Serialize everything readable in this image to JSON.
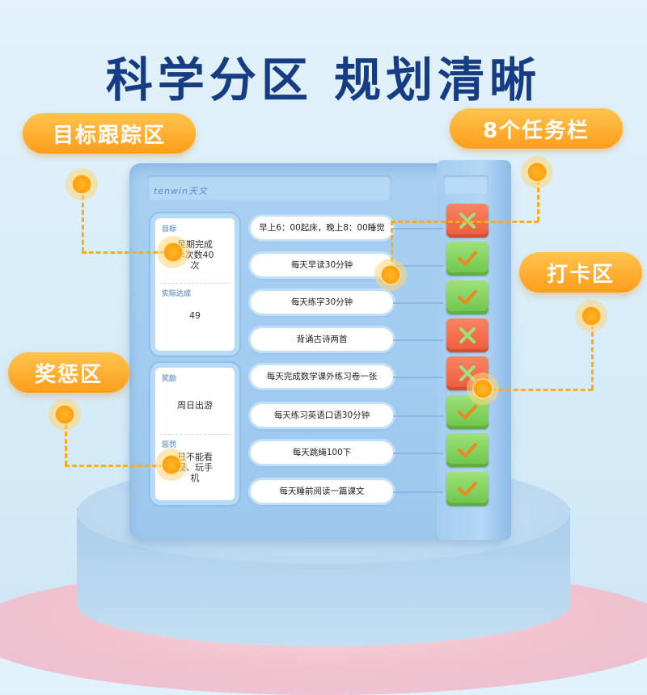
{
  "headline": "科学分区  规划清晰",
  "brand": "tenwin天文",
  "callouts": {
    "goal_zone": "目标跟踪区",
    "task_bar": "8个任务栏",
    "checkin_zone": "打卡区",
    "reward_zone": "奖惩区"
  },
  "goal_card": {
    "goal_label": "目标",
    "goal_text": "星期完成\n卡次数40\n次",
    "actual_label": "实际达成",
    "actual_value": "49"
  },
  "reward_card": {
    "reward_label": "奖励",
    "reward_text": "周日出游",
    "penalty_label": "惩罚",
    "penalty_text": "日不能看\n视、玩手\n机"
  },
  "tasks": [
    "早上6：00起床，晚上8：00睡觉",
    "每天早读30分钟",
    "每天练字30分钟",
    "背诵古诗两首",
    "每天完成数学课外练习卷一张",
    "每天练习英语口语30分钟",
    "每天跳绳100下",
    "每天睡前阅读一篇课文"
  ],
  "checkins": [
    "cross",
    "check",
    "check",
    "cross",
    "cross",
    "check",
    "check",
    "check"
  ],
  "colors": {
    "accent": "#ff9d1c",
    "title": "#163d83",
    "check_green": "#6cc54b",
    "cross_red": "#ed5a3b"
  }
}
